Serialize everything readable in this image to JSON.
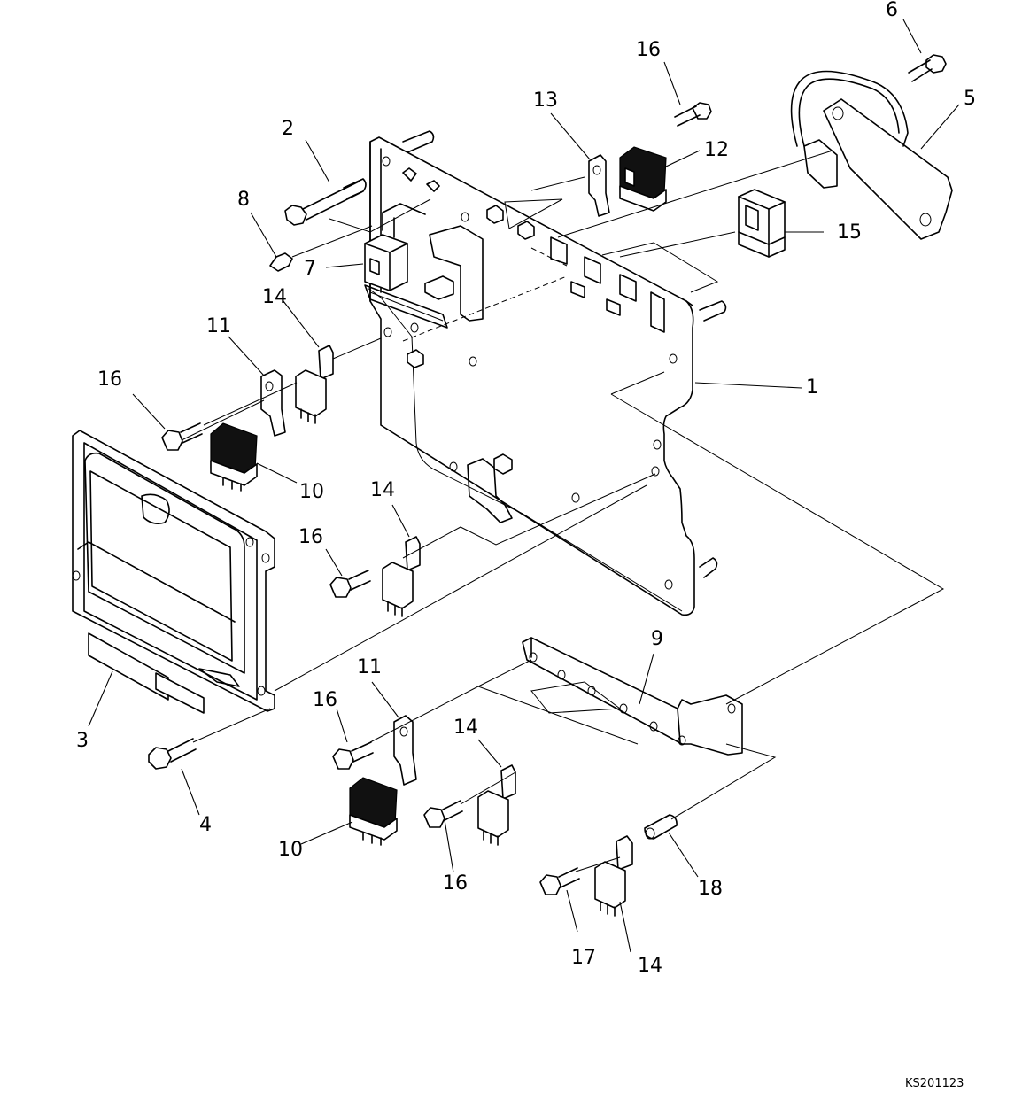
{
  "drawing": {
    "code": "KS201123"
  },
  "callouts": [
    {
      "id": "c1",
      "text": "1"
    },
    {
      "id": "c2",
      "text": "2"
    },
    {
      "id": "c3",
      "text": "3"
    },
    {
      "id": "c4",
      "text": "4"
    },
    {
      "id": "c5",
      "text": "5"
    },
    {
      "id": "c6",
      "text": "6"
    },
    {
      "id": "c7",
      "text": "7"
    },
    {
      "id": "c8",
      "text": "8"
    },
    {
      "id": "c9",
      "text": "9"
    },
    {
      "id": "c10a",
      "text": "10"
    },
    {
      "id": "c10b",
      "text": "10"
    },
    {
      "id": "c11a",
      "text": "11"
    },
    {
      "id": "c11b",
      "text": "11"
    },
    {
      "id": "c12",
      "text": "12"
    },
    {
      "id": "c13",
      "text": "13"
    },
    {
      "id": "c14a",
      "text": "14"
    },
    {
      "id": "c14b",
      "text": "14"
    },
    {
      "id": "c14c",
      "text": "14"
    },
    {
      "id": "c14d",
      "text": "14"
    },
    {
      "id": "c15",
      "text": "15"
    },
    {
      "id": "c16a",
      "text": "16"
    },
    {
      "id": "c16b",
      "text": "16"
    },
    {
      "id": "c16c",
      "text": "16"
    },
    {
      "id": "c16d",
      "text": "16"
    },
    {
      "id": "c16e",
      "text": "16"
    },
    {
      "id": "c17",
      "text": "17"
    },
    {
      "id": "c18",
      "text": "18"
    }
  ]
}
